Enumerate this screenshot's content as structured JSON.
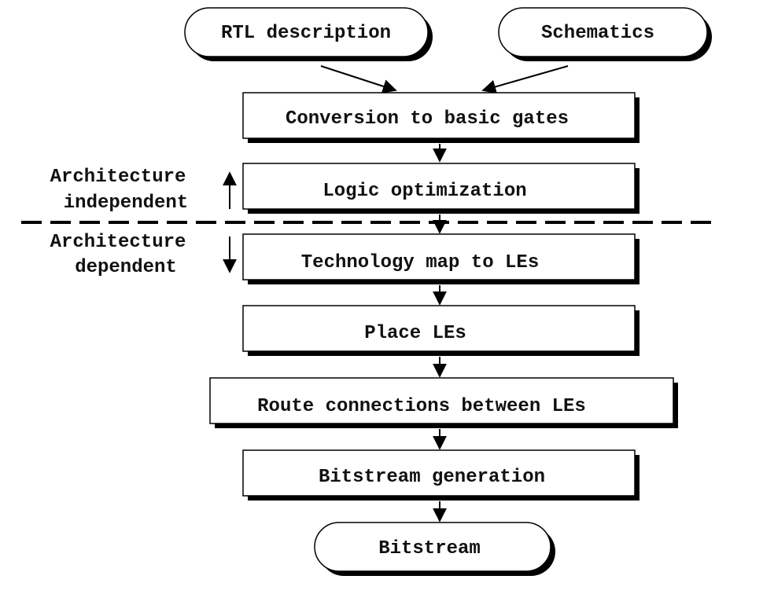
{
  "terminals": {
    "rtl": "RTL description",
    "schematics": "Schematics",
    "bitstream": "Bitstream"
  },
  "steps": {
    "conversion": "Conversion to basic gates",
    "logic": "Logic optimization",
    "techmap": "Technology map to LEs",
    "place": "Place LEs",
    "route": "Route connections between LEs",
    "bitgen": "Bitstream generation"
  },
  "regions": {
    "independent_line1": "Architecture",
    "independent_line2": "independent",
    "dependent_line1": "Architecture",
    "dependent_line2": "dependent"
  }
}
